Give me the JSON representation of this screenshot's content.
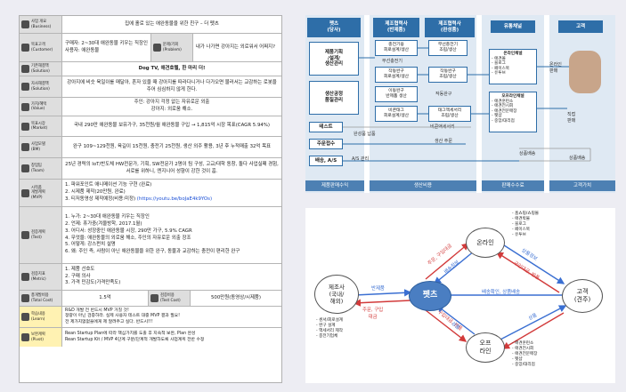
{
  "table": {
    "rows": [
      {
        "label": "사업 개요\n(Business)",
        "value": "집에 홀로 있는 애완동물을 위한 친구 – 더 펫츠"
      },
      {
        "label": "목표고객\n(Customer)",
        "value": "구매자: 2~30대 애완동물 키우는 직장인\n사용자: 애완동물",
        "label2": "문제/기회\n(Problem)",
        "value2": "내가 나가면 강아지는 외로워서 어쩌지?"
      },
      {
        "label": "기존해결책\n(Solution)",
        "value": "Dog TV, 애견호텔, 한 마리 더!"
      },
      {
        "label": "자사해결책\n(Solution)",
        "value": "강아지에 비슷 육일이를 매달아, 혼자 있을 때 강아지를 따라다니거나 다가오면 물러서는 교감하는 로봇을 주어 심심하지 않게 한다."
      },
      {
        "label": "가치/혜택\n(Value)",
        "value": "주인: 강아지 걱정 없는 자유로운 외출\n강아지: 외로움 해소."
      },
      {
        "label": "목표시장\n(Market)",
        "value": "국내 290만 애완동물 보유가구, 35천원/월 애완동물 구입 → 1,815억 시장 목표(CAGR 5.94%)"
      },
      {
        "label": "사업모델\n(BM)",
        "value": "완구 109~129천원, 육길이 15천원, 충전기 25천원, 생산 외주 활용, 3년 후 누적매출 32억 목표"
      },
      {
        "label": "창업팀\n(Team)",
        "value": "25년 경력의 IoT/반도체 HW전문가, 기획, SW전문가 2명이 팀 구성, 고교/대학 동창, 돌다 사업실패 경험, 서로를 위하니, 엔지니어 성향이 강한 것이 흠."
      },
      {
        "label": "시작품\n개발계획\n(MVP)",
        "items": [
          "1.  파워포인트 애니메이션 기능 구현 (완료)",
          "2.  시제품 제작(20만원, 완료)",
          "3.  티저동영상 제작예정(비용:미정)"
        ],
        "link": "(https://youtu.be/boJaE4k9YOs)"
      },
      {
        "label": "검증계획\n(Test)",
        "items": [
          "1. 누가: 2~30대 애완동물 키우는 직장인",
          "2. 언제: 휴가중(겨울방학, 2017.1월)",
          "3. 어디서: 성장중인 애완동물 시장, 290만 가구, 5.9% CAGR",
          "4. 무엇을: 애완동물의 외로움 해소, 주인의 자유로운 외출 장조",
          "5. 어떻게: 강스펀치 설명",
          "6. 왜: 주인 즉, 사람이 아닌 애완동물을 위한 완구, 동물과 교감하는 충전이 편리한 완구"
        ]
      },
      {
        "label": "검증지표\n(Metric)",
        "items": [
          "1.  제품 선호도",
          "2.  구매 의사",
          "3.  가격 민감도(가격만족도)"
        ]
      },
      {
        "label": "총개발비용\n(Total Cost)",
        "value": "1.5억",
        "label2": "검증비용\n(Test Cost)",
        "value2": "500만원(동영상/시제품)"
      },
      {
        "label": "학습내용\n(Learn)",
        "value": "R&D 개발 전 반드시 MVP 거칠 것!\n정량이 아닌 검증하라. 실제 사용자 테스트 대중 MVP 결과 필요!\n전 제가지없없을에게 제 알려주고 실다. 반드시!!!"
      },
      {
        "label": "보완계획\n(Pivot)",
        "value": "Rean Startup Plan에 따라 핵심가치를 도출 후 지속적 보완, Plan 완성\nRean Startup Kit / MVP 4단계 구분/단계적 개발하도록 사업계획 전반 수정"
      }
    ]
  },
  "flow": {
    "headers": [
      "펫츠\n(당사)",
      "제조협력사\n(반제품)",
      "제조협력사\n(완성품)",
      "유통채널",
      "고객"
    ],
    "left_boxes": [
      "제품기획\n/설계/\n생산관리",
      "생산공정\n품질관리",
      "테스트",
      "주문접수",
      "배송, A/S"
    ],
    "semi_boxes": [
      "충전기용\n회로설계/생산",
      "작동완구\n회로설계/생산",
      "이동완구\n반제품 생산",
      "비콘태그\n회로설계/생산"
    ],
    "semi_sub": "무선충전기",
    "final_boxes": [
      "무선충전기\n조립/생산",
      "작동완구\n조립/생산",
      "태그액세서리\n조립/생산"
    ],
    "final_sub": [
      "작동완구",
      "비콘액세서리"
    ],
    "online": {
      "title": "온라인채널",
      "items": [
        "- 애견몰",
        "- 블로그",
        "- 페이스북",
        "- 유투브"
      ]
    },
    "offline": {
      "title": "오프라인채널",
      "items": [
        "- 애견훈련소",
        "- 애견전시회",
        "- 애견전문매장",
        "- 펫샵",
        "- 중앙/대리점"
      ]
    },
    "customer_labels": [
      "온라인\n판매",
      "직접\n판매"
    ],
    "arrows": [
      "완성품 납품",
      "생산 주문",
      "A/S 관리",
      "상품배송",
      "상품배송"
    ],
    "footer": [
      "제품판매수익",
      "생산비용",
      "판매수수료",
      "고객가치"
    ]
  },
  "network": {
    "nodes": {
      "center": "펫츠",
      "mfg": "제조사\n(국내/\n해외)",
      "online": "온라인",
      "offline": "오프\n라인",
      "customer": "고객\n(견주)"
    },
    "mfg_list": [
      "- 센서/회로설계",
      "- 완구 설계",
      "- 액세서리 제작",
      "- 충전기업체"
    ],
    "online_list": [
      "- 홈쇼핑/쇼핑몰",
      "- 애견박물",
      "- 블로그",
      "- 페이스북",
      "- 유투브"
    ],
    "offline_list": [
      "- 애견훈련소",
      "- 애견전시회",
      "- 애견전문매장",
      "- 펫샵",
      "- 중앙/대리점"
    ],
    "edge_labels": [
      "반제품",
      "주문, 구입\n대금",
      "주문, 구입대금",
      "배송정보",
      "배송확인, 상품배송",
      "구입대금, 반품",
      "상품정보",
      "구입대금, 반품",
      "상품",
      "상품"
    ]
  }
}
